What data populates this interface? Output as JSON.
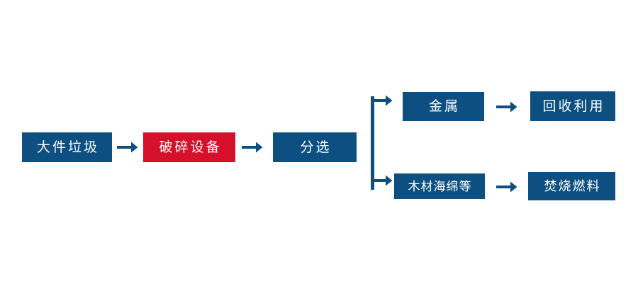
{
  "diagram": {
    "title": "",
    "colors": {
      "primary_blue": "#0d4f80",
      "highlight_red": "#d5102a",
      "text_on_node": "#ffffff",
      "background": "#ffffff"
    },
    "nodes": [
      {
        "id": "bulky-waste",
        "label": "大件垃圾",
        "color": "#0d4f80",
        "role": "input"
      },
      {
        "id": "crusher",
        "label": "破碎设备",
        "color": "#d5102a",
        "role": "highlight-equipment"
      },
      {
        "id": "sorting",
        "label": "分选",
        "color": "#0d4f80",
        "role": "process"
      },
      {
        "id": "metal",
        "label": "金属",
        "color": "#0d4f80",
        "role": "output-branch-top"
      },
      {
        "id": "recycle",
        "label": "回收利用",
        "color": "#0d4f80",
        "role": "end-branch-top"
      },
      {
        "id": "wood-sponge",
        "label": "木材海绵等",
        "color": "#0d4f80",
        "role": "output-branch-bottom"
      },
      {
        "id": "incinerate",
        "label": "焚烧燃料",
        "color": "#0d4f80",
        "role": "end-branch-bottom"
      }
    ],
    "connectors": [
      {
        "id": "arrow-1",
        "icon": "arrow-right-icon",
        "from": "bulky-waste",
        "to": "crusher"
      },
      {
        "id": "arrow-2",
        "icon": "arrow-right-icon",
        "from": "crusher",
        "to": "sorting"
      },
      {
        "id": "branch",
        "icon": "branch-split-icon",
        "from": "sorting",
        "to": "metal, wood-sponge"
      },
      {
        "id": "arrow-3",
        "icon": "arrow-right-icon",
        "from": "metal",
        "to": "recycle"
      },
      {
        "id": "arrow-4",
        "icon": "arrow-right-icon",
        "from": "wood-sponge",
        "to": "incinerate"
      }
    ]
  }
}
